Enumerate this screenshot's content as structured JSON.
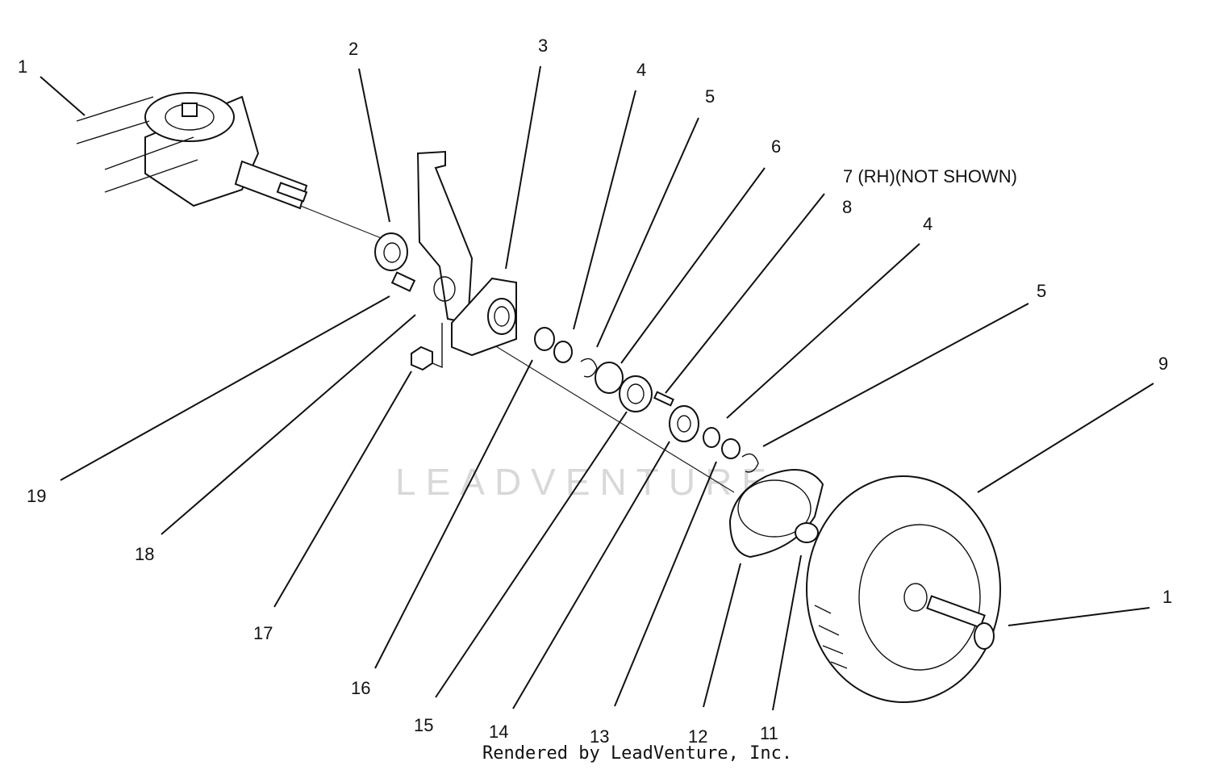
{
  "watermark": "LEADVENTURE",
  "footer": "Rendered by LeadVenture, Inc.",
  "callouts": [
    {
      "id": "c1",
      "text": "1"
    },
    {
      "id": "c2",
      "text": "2"
    },
    {
      "id": "c3",
      "text": "3"
    },
    {
      "id": "c4a",
      "text": "4"
    },
    {
      "id": "c5a",
      "text": "5"
    },
    {
      "id": "c6",
      "text": "6"
    },
    {
      "id": "c7",
      "text": "7 (RH)(NOT SHOWN)"
    },
    {
      "id": "c8",
      "text": "8"
    },
    {
      "id": "c4b",
      "text": "4"
    },
    {
      "id": "c5b",
      "text": "5"
    },
    {
      "id": "c9",
      "text": "9"
    },
    {
      "id": "c10",
      "text": "1"
    },
    {
      "id": "c11",
      "text": "11"
    },
    {
      "id": "c12",
      "text": "12"
    },
    {
      "id": "c13",
      "text": "13"
    },
    {
      "id": "c14",
      "text": "14"
    },
    {
      "id": "c15",
      "text": "15"
    },
    {
      "id": "c16",
      "text": "16"
    },
    {
      "id": "c17",
      "text": "17"
    },
    {
      "id": "c18",
      "text": "18"
    },
    {
      "id": "c19",
      "text": "19"
    }
  ]
}
